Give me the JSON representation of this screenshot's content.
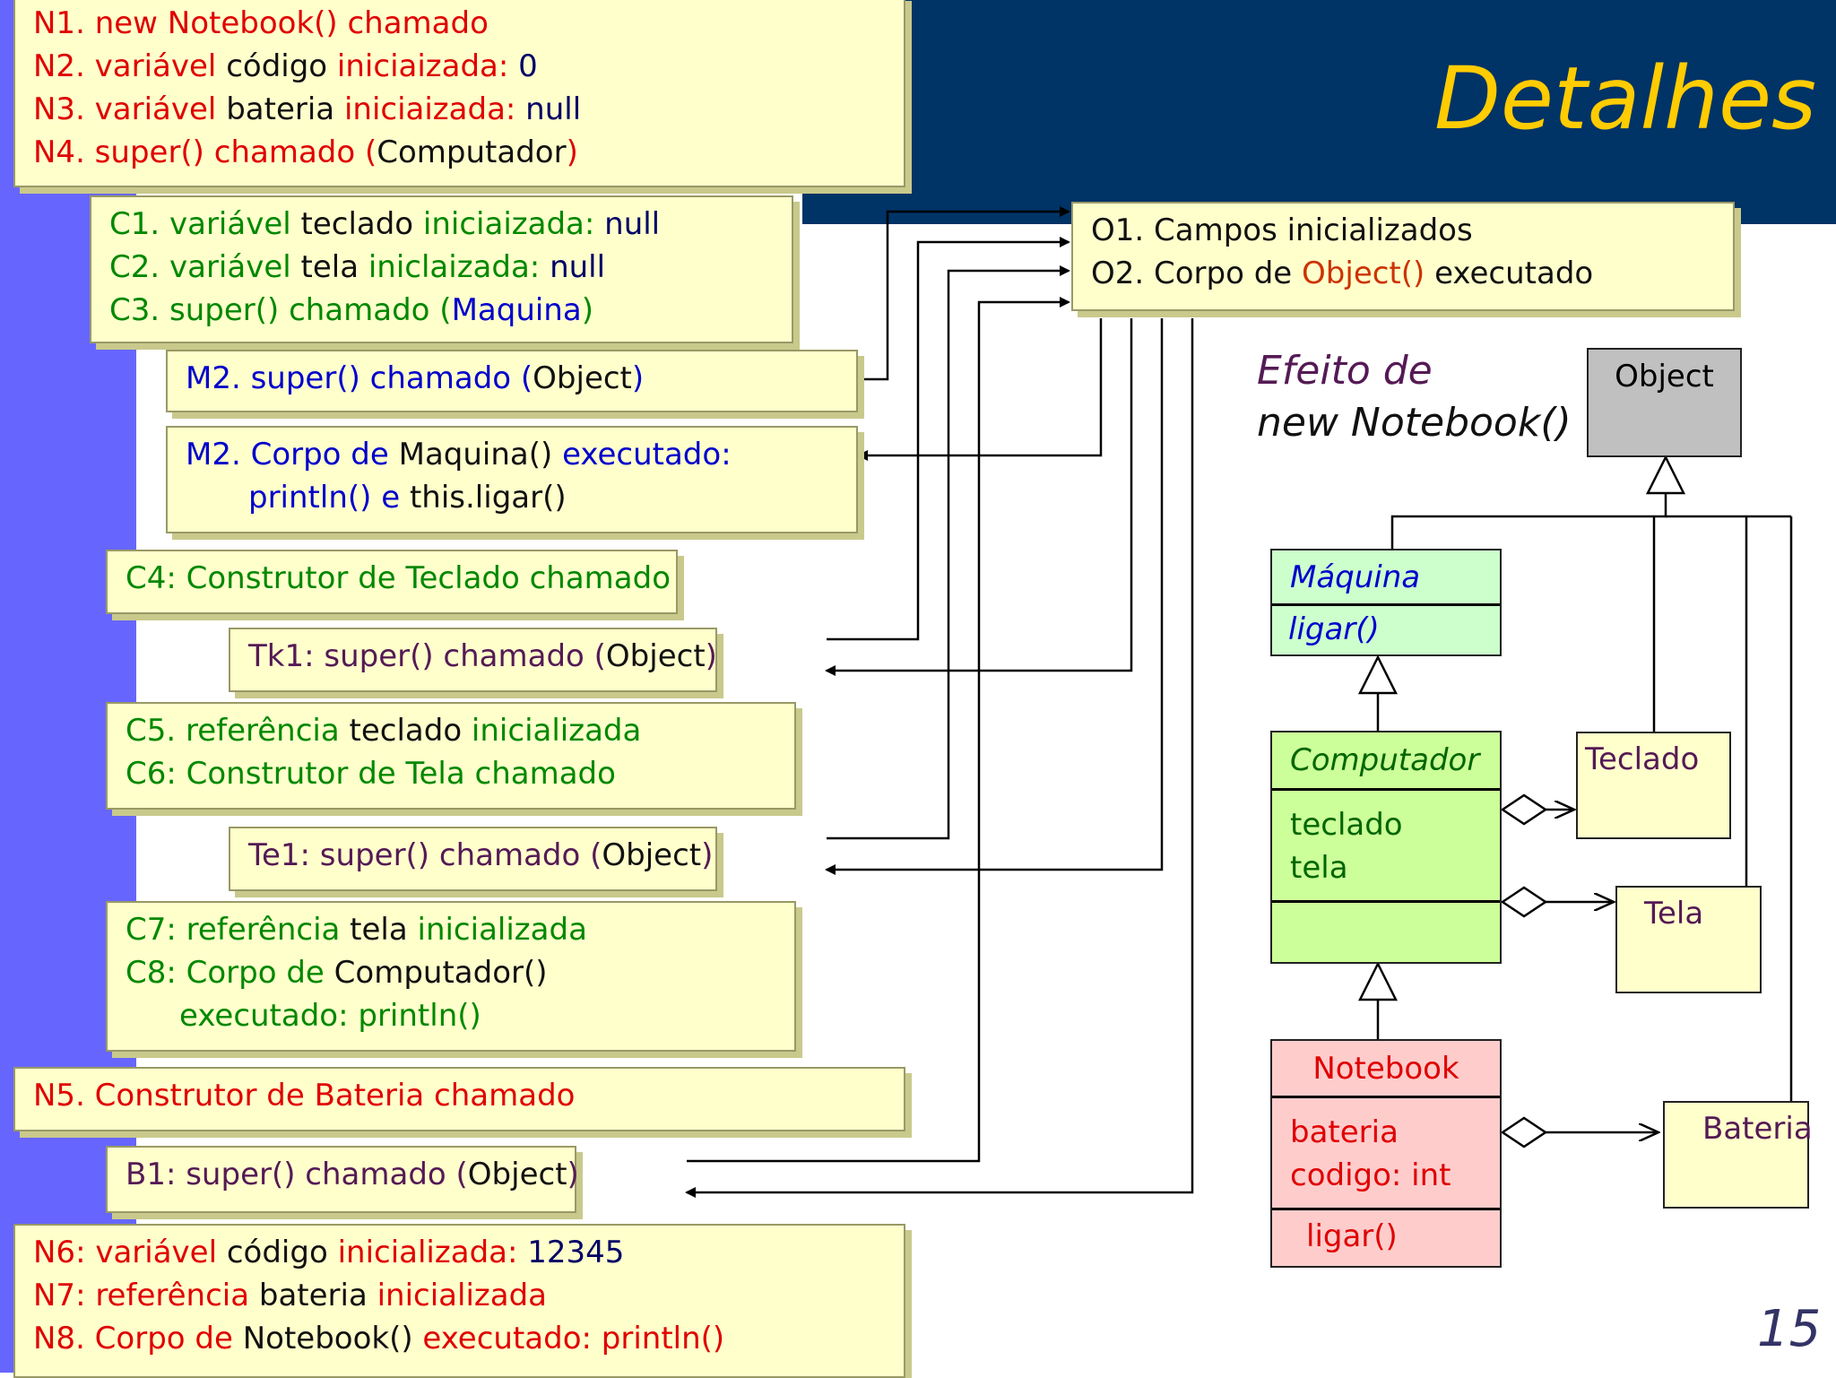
{
  "title": "Detalhes",
  "page_number": "15",
  "effect_label": {
    "line1": "Efeito de",
    "line2": "new Notebook()"
  },
  "steps": {
    "n1": [
      "N1. ",
      "new Notebook() chamado"
    ],
    "n2": [
      "N2. variável ",
      "código",
      " iniciaizada: ",
      "0"
    ],
    "n3": [
      "N3. variável ",
      "bateria",
      " iniciaizada: ",
      "null"
    ],
    "n4": [
      "N4. super() chamado (",
      "Computador",
      ")"
    ],
    "c1": [
      "C1. variável ",
      "teclado",
      " iniciaizada: ",
      "null"
    ],
    "c2": [
      "C2. variável ",
      "tela",
      " iniclaizada: ",
      "null"
    ],
    "c3": [
      "C3. super() chamado (",
      "Maquina",
      ")"
    ],
    "m2a": [
      "M2. super() chamado (",
      "Object",
      ")"
    ],
    "m2b_1": [
      "M2. Corpo de ",
      "Maquina()",
      " executado:"
    ],
    "m2b_2": [
      "println() e ",
      "this.ligar()"
    ],
    "c4": [
      "C4: Construtor de Teclado chamado"
    ],
    "tk1": [
      "Tk1: super() chamado (",
      "Object",
      ")"
    ],
    "c5": [
      "C5. referência ",
      "teclado",
      " inicializada"
    ],
    "c6": [
      "C6: Construtor de Tela chamado"
    ],
    "te1": [
      "Te1: super() chamado (",
      "Object",
      ")"
    ],
    "c7": [
      "C7: referência ",
      "tela",
      " inicializada"
    ],
    "c8_1": [
      "C8: Corpo de ",
      "Computador()"
    ],
    "c8_2": [
      "executado: println()"
    ],
    "n5": [
      "N5. Construtor de Bateria chamado"
    ],
    "b1": [
      "B1: super() chamado (",
      "Object",
      ")"
    ],
    "n6": [
      "N6: variável ",
      "código",
      " inicializada: ",
      "12345"
    ],
    "n7": [
      "N7: referência ",
      "bateria",
      " inicializada"
    ],
    "n8": [
      "N8. Corpo de ",
      "Notebook()",
      " executado: println()"
    ],
    "o1": [
      "O1. Campos inicializados"
    ],
    "o2": [
      "O2. Corpo de ",
      "Object()",
      " executado"
    ]
  },
  "uml": {
    "object": {
      "name": "Object"
    },
    "maquina": {
      "name": "Máquina",
      "methods": "ligar()"
    },
    "computador": {
      "name": "Computador",
      "attr1": "teclado",
      "attr2": "tela"
    },
    "teclado": {
      "name": "Teclado"
    },
    "tela": {
      "name": "Tela"
    },
    "notebook": {
      "name": "Notebook",
      "attr1": "bateria",
      "attr2": "codigo: int",
      "methods": "ligar()"
    },
    "bateria": {
      "name": "Bateria"
    }
  },
  "colors": {
    "title": "#ffcc00",
    "band": "#003366",
    "side": "#6666ff",
    "note_bg": "#ffffcc",
    "maquina": "#ccffcc",
    "computador": "#ccff99",
    "notebook": "#ffcccc",
    "object": "#c0c0c0",
    "plain": "#ffffcc"
  }
}
